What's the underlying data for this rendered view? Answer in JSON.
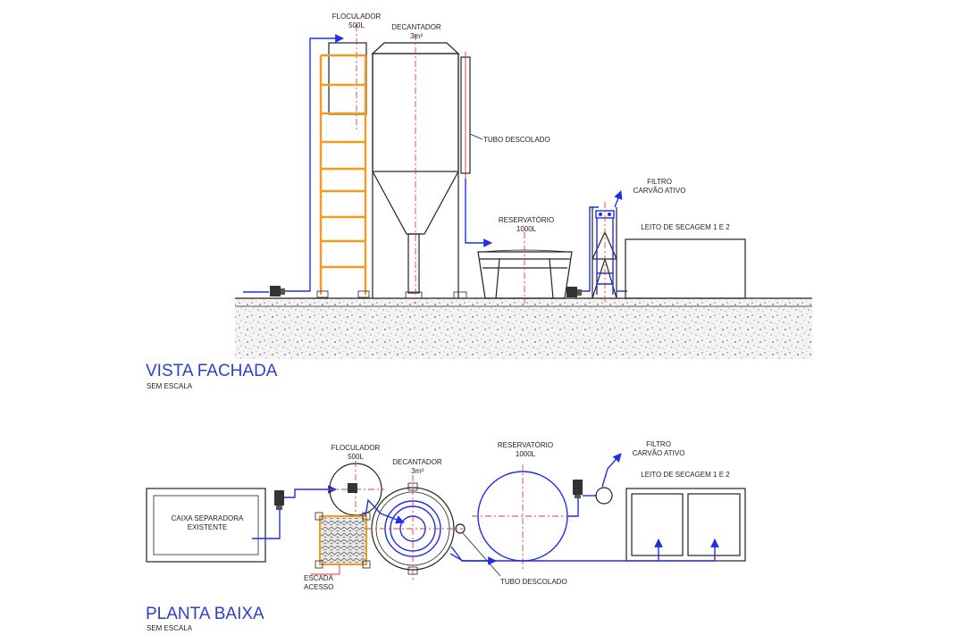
{
  "fachada": {
    "title": "VISTA FACHADA",
    "scale": "SEM ESCALA",
    "floculador": {
      "name": "FLOCULADOR",
      "cap": "500L"
    },
    "decantador": {
      "name": "DECANTADOR",
      "cap": "3m³"
    },
    "tubo": "TUBO DESCOLADO",
    "reservatorio": {
      "name": "RESERVATÓRIO",
      "cap": "1000L"
    },
    "filtro": {
      "name": "FILTRO",
      "desc": "CARVÃO ATIVO"
    },
    "leito": "LEITO DE SECAGEM 1 E 2"
  },
  "planta": {
    "title": "PLANTA BAIXA",
    "scale": "SEM ESCALA",
    "caixa": {
      "line1": "CAIXA SEPARADORA",
      "line2": "EXISTENTE"
    },
    "floculador": {
      "name": "FLOCULADOR",
      "cap": "500L"
    },
    "decantador": {
      "name": "DECANTADOR",
      "cap": "3m³"
    },
    "reservatorio": {
      "name": "RESERVATÓRIO",
      "cap": "1000L"
    },
    "filtro": {
      "name": "FILTRO",
      "desc": "CARVÃO ATIVO"
    },
    "leito": "LEITO DE SECAGEM 1 E 2",
    "escada": {
      "line1": "ESCADA",
      "line2": "ACESSO"
    },
    "tubo": "TUBO DESCOLADO"
  },
  "colors": {
    "pipe": "#1f2ee8",
    "centerline": "#e83a3a",
    "ladder": "#f39a20",
    "line": "#222222",
    "title": "#2a3fd0"
  }
}
